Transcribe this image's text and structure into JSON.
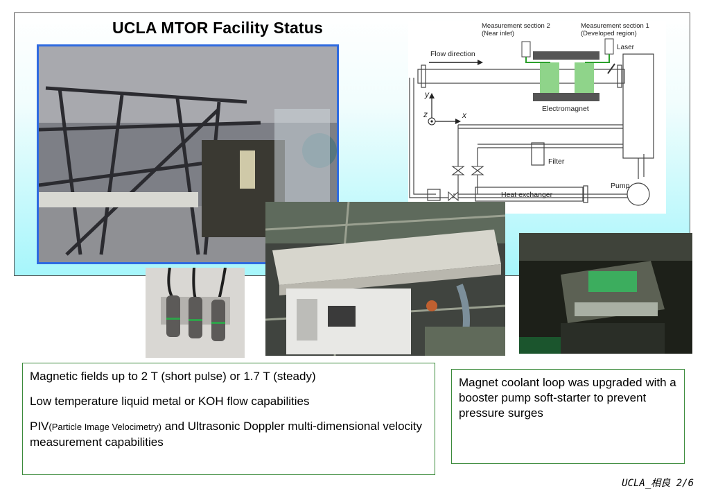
{
  "slide": {
    "title": "UCLA MTOR Facility Status",
    "footer": "UCLA_相良 2/6"
  },
  "diagram": {
    "meas2_line1": "Measurement section 2",
    "meas2_line2": "(Near inlet)",
    "meas1_line1": "Measurement section 1",
    "meas1_line2": "(Developed region)",
    "laser": "Laser",
    "flow": "Flow direction",
    "electromagnet": "Electromagnet",
    "axis_y": "y",
    "axis_z": "z",
    "axis_x": "x",
    "filter": "Filter",
    "pump": "Pump",
    "heat_exchanger": "Heat exchanger"
  },
  "left_box": {
    "line1": "Magnetic fields up to 2 T (short pulse) or 1.7 T (steady)",
    "line2": "Low temperature liquid metal or KOH flow capabilities",
    "line3_start": "PIV",
    "line3_small": "(Particle Image Velocimetry)",
    "line3_end": " and Ultrasonic Doppler multi-dimensional velocity measurement capabilities"
  },
  "right_box": {
    "text": "Magnet coolant loop was upgraded with a booster pump soft-starter to prevent pressure surges"
  }
}
